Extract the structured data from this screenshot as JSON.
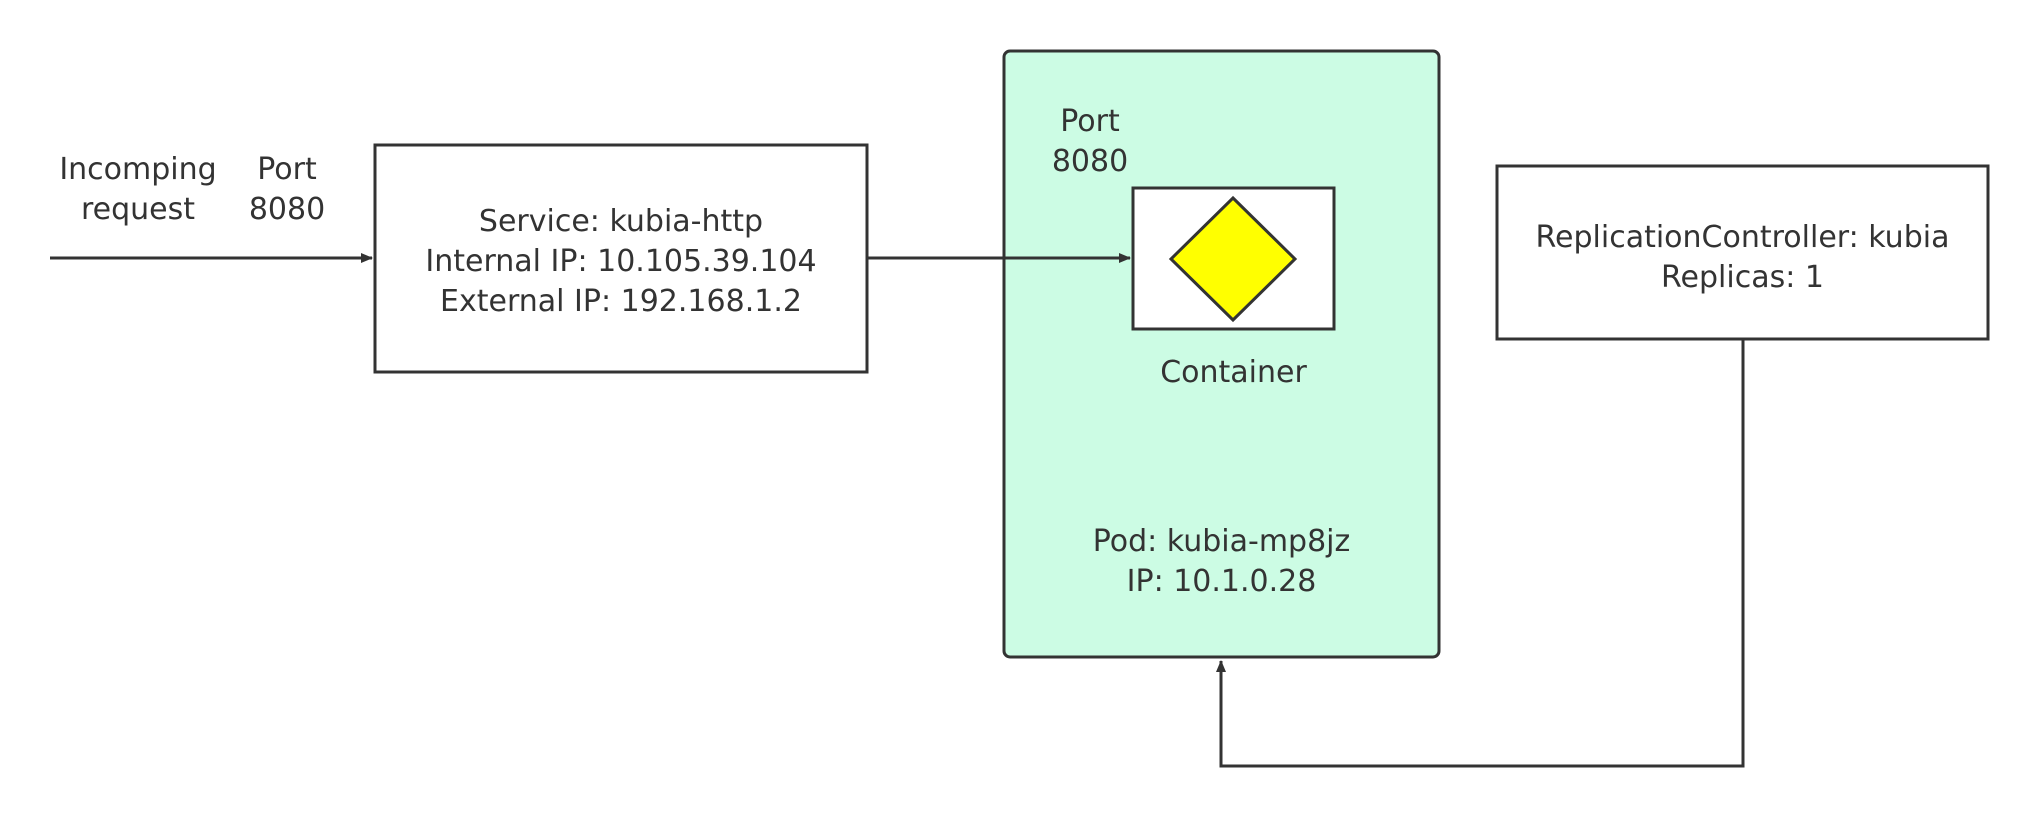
{
  "incoming": {
    "line1": "Incomping",
    "line2": "request"
  },
  "incoming_port": {
    "line1": "Port",
    "line2": "8080"
  },
  "service": {
    "line1": "Service: kubia-http",
    "line2": "Internal IP: 10.105.39.104",
    "line3": "External IP: 192.168.1.2"
  },
  "pod": {
    "port_line1": "Port",
    "port_line2": "8080",
    "container_label": "Container",
    "line1": "Pod: kubia-mp8jz",
    "line2": "IP: 10.1.0.28"
  },
  "replication_controller": {
    "line1": "ReplicationController: kubia",
    "line2": "Replicas: 1"
  },
  "colors": {
    "stroke": "#333333",
    "pod_fill": "#ccfce4",
    "container_icon_fill": "#ffff00",
    "box_fill": "#ffffff"
  }
}
